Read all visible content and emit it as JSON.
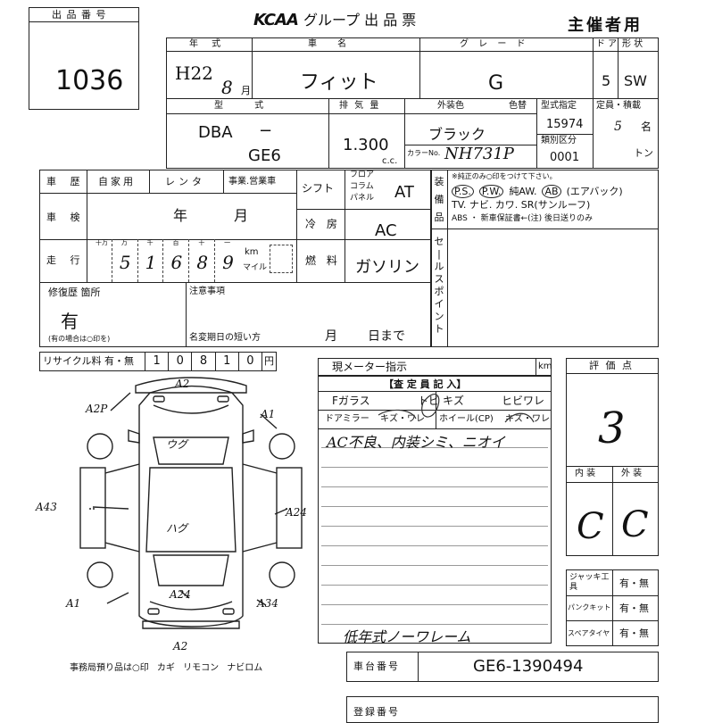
{
  "header": {
    "lot_label": "出 品 番 号",
    "lot_number": "1036",
    "logo": "KCAA",
    "title": "グループ 出 品 票",
    "organizer": "主催者用"
  },
  "row1": {
    "year_label": "年 式",
    "name_label": "車 名",
    "grade_label": "グ レ ー ド",
    "doors_label": "ド ア",
    "shape_label": "形 状",
    "year_era": "H22",
    "year_month": "8",
    "month_unit": "月",
    "car_name": "フィット",
    "grade": "G",
    "doors": "5",
    "shape": "SW"
  },
  "row2": {
    "model_label": "型 式",
    "disp_label": "排 気 量",
    "color_label": "外装色",
    "color_swap_label": "色替",
    "spec_label": "型式指定",
    "class_label": "類別区分",
    "capacity_label": "定員・積載",
    "model_prefix": "DBA",
    "model_dash": "−",
    "model_code": "GE6",
    "displacement": "1.300",
    "cc": "c.c.",
    "color": "ブラック",
    "color_no_label": "カラーNo.",
    "color_code": "NH731P",
    "spec_no": "15974",
    "class_no": "0001",
    "capacity": "5",
    "capacity_unit": "名",
    "ton_unit": "トン"
  },
  "history": {
    "label": "車 歴",
    "options": [
      "自家用",
      "レンタ",
      "事業.営業車"
    ],
    "inspection_label": "車 検",
    "year_unit": "年",
    "month_unit": "月",
    "mileage_label": "走 行",
    "digit_heads": [
      "十万",
      "万",
      "千",
      "百",
      "十",
      "一"
    ],
    "digits": [
      "",
      "5",
      "1",
      "6",
      "8",
      "9"
    ],
    "km": "km",
    "mile": "マイル"
  },
  "equipment": {
    "shift_label": "シフト",
    "floor_label": "フロア",
    "column_label": "コラム",
    "panel_label": "パネル",
    "shift_value": "AT",
    "ac_label": "冷 房",
    "ac_value": "AC",
    "fuel_label": "燃 料",
    "fuel_value": "ガソリン",
    "equip_label": "装備品",
    "note": "※純正のみ○印をつけて下さい。",
    "line1": [
      "P.S.",
      "P.W.",
      "純AW.",
      "AB",
      "(エアバック)"
    ],
    "line2": "TV. ナビ. カワ. SR(サンルーフ)",
    "line3": "ABS ・ 新車保証書←(注) 後日送りのみ",
    "sales_label": "セールスポイント"
  },
  "repair": {
    "label": "修復歴 箇所",
    "value": "有",
    "note": "(有の場合は○印を)",
    "caution_label": "注意事項",
    "name_change": "名変期日の短い方",
    "month": "月",
    "day": "日まで"
  },
  "recycle": {
    "label": "リサイクル料 有・無",
    "digits": [
      "1",
      "0",
      "8",
      "1",
      "0"
    ],
    "yen": "円"
  },
  "inspection": {
    "meter_label": "現メーター指示",
    "km": "km",
    "inspector_label": "【査 定 員 記 入】",
    "items": [
      "Fガラス",
      "トビ",
      "キズ",
      "ヒビワレ"
    ],
    "items2": [
      "ドアミラー",
      "キズ・ワレ",
      "ホイール(CP)",
      "キズ・ワレ"
    ],
    "handwritten_note": "AC不良、内装シミ、ニオイ"
  },
  "evaluation": {
    "label": "評 価 点",
    "score": "3",
    "interior_label": "内 装",
    "exterior_label": "外 装",
    "interior": "C",
    "exterior": "C"
  },
  "tools": {
    "jack_label": "ジャッキ工具",
    "punk_label": "パンクキット",
    "spare_label": "スペアタイヤ",
    "value": "有・無"
  },
  "diagram": {
    "marks": [
      "A2",
      "A2P",
      "A1",
      "A43",
      "A24",
      "A1",
      "A24",
      "A34",
      "A2"
    ],
    "labels": [
      "ウグ",
      "ハグ"
    ],
    "office_note": "事務局預り品は○印 カギ リモコン ナビロム"
  },
  "footer": {
    "frame_label": "車台番号",
    "frame_number": "GE6-1390494",
    "handwritten": "低年式ノーワレーム",
    "reg_label": "登録番号"
  }
}
